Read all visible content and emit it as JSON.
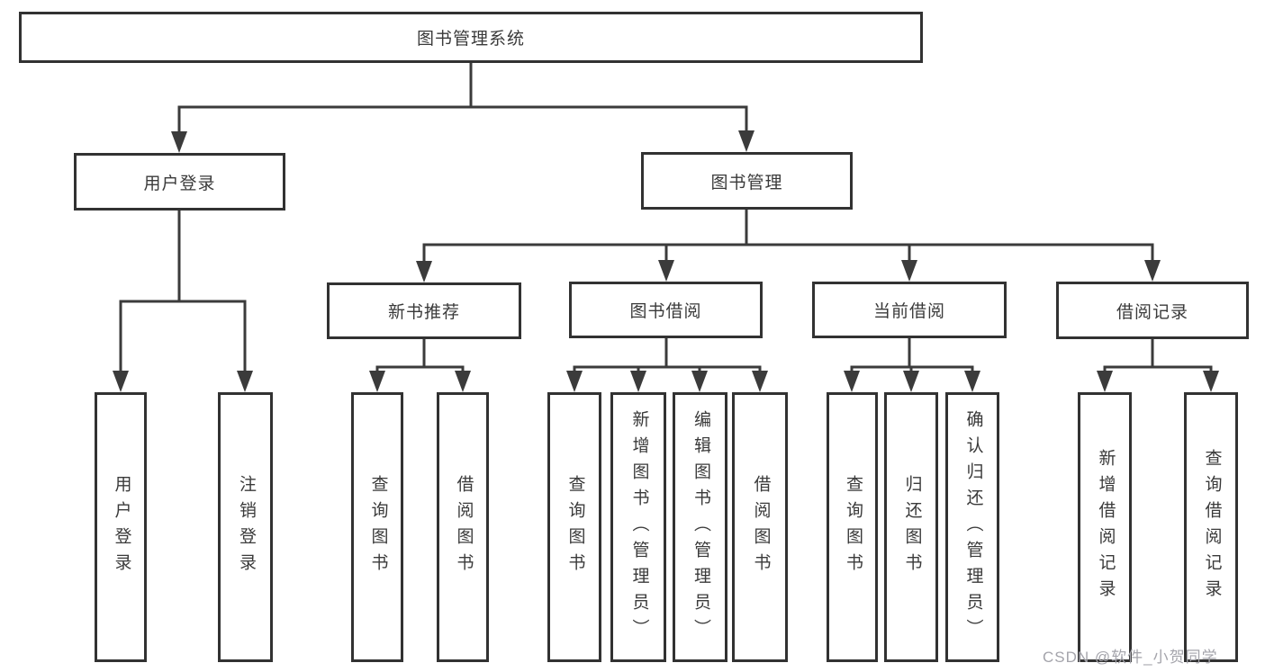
{
  "tree": {
    "root": "图书管理系统",
    "branches": [
      {
        "label": "用户登录",
        "children": [
          "用户登录",
          "注销登录"
        ]
      },
      {
        "label": "图书管理",
        "groups": [
          {
            "label": "新书推荐",
            "children": [
              "查询图书",
              "借阅图书"
            ]
          },
          {
            "label": "图书借阅",
            "children": [
              "查询图书",
              "新增图书（管理员）",
              "编辑图书（管理员）",
              "借阅图书"
            ]
          },
          {
            "label": "当前借阅",
            "children": [
              "查询图书",
              "归还图书",
              "确认归还（管理员）"
            ]
          },
          {
            "label": "借阅记录",
            "children": [
              "新增借阅记录",
              "查询借阅记录"
            ]
          }
        ]
      }
    ]
  },
  "watermark": "CSDN @软件_小贺同学",
  "colors": {
    "background": "#ffffff",
    "line": "#3b3b3b",
    "box_border": "#323232",
    "text": "#3a3a3a",
    "watermark": "#a4a4ab"
  }
}
